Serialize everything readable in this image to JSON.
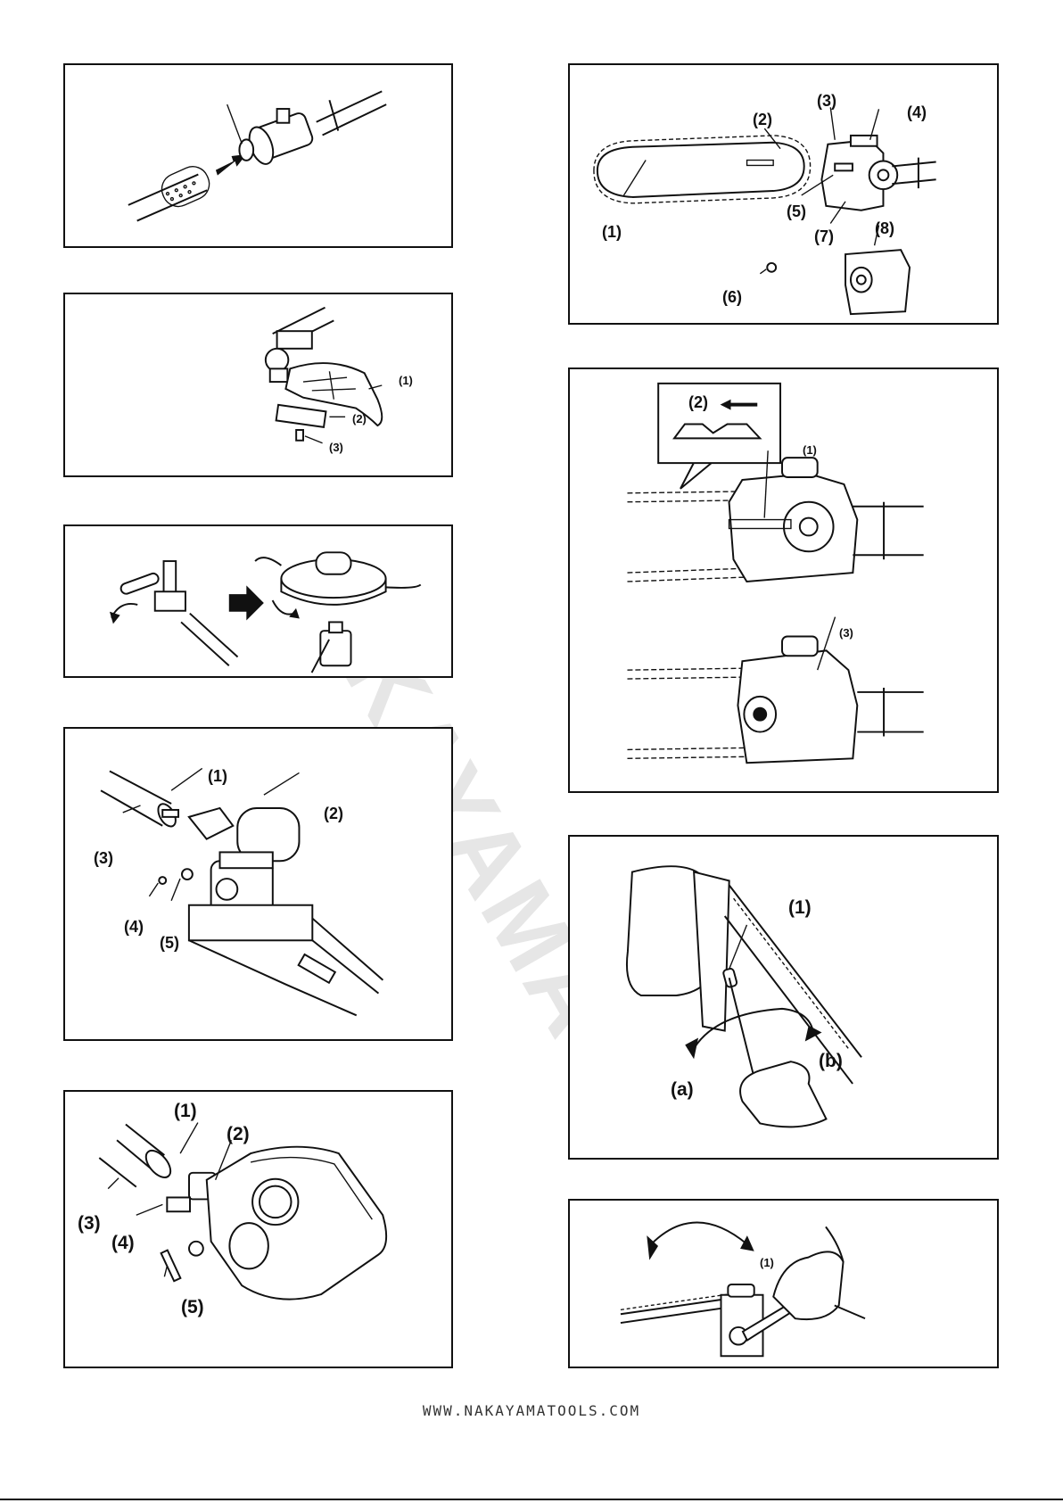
{
  "watermark": "KAYAMA",
  "footer": "WWW.NAKAYAMATOOLS.COM",
  "left_figures": {
    "fig2": {
      "l1": "(1)",
      "l2": "(2)",
      "l3": "(3)"
    },
    "fig4": {
      "l1": "(1)",
      "l2": "(2)",
      "l3": "(3)",
      "l4": "(4)",
      "l5": "(5)"
    },
    "fig5": {
      "l1": "(1)",
      "l2": "(2)",
      "l3": "(3)",
      "l4": "(4)",
      "l5": "(5)"
    }
  },
  "right_figures": {
    "fig1": {
      "l1": "(1)",
      "l2": "(2)",
      "l3": "(3)",
      "l4": "(4)",
      "l5": "(5)",
      "l6": "(6)",
      "l7": "(7)",
      "l8": "(8)"
    },
    "fig2": {
      "l1": "(1)",
      "l2": "(2)",
      "l3": "(3)"
    },
    "fig3": {
      "l1": "(1)",
      "la": "(a)",
      "lb": "(b)"
    },
    "fig4": {
      "l1": "(1)"
    }
  }
}
